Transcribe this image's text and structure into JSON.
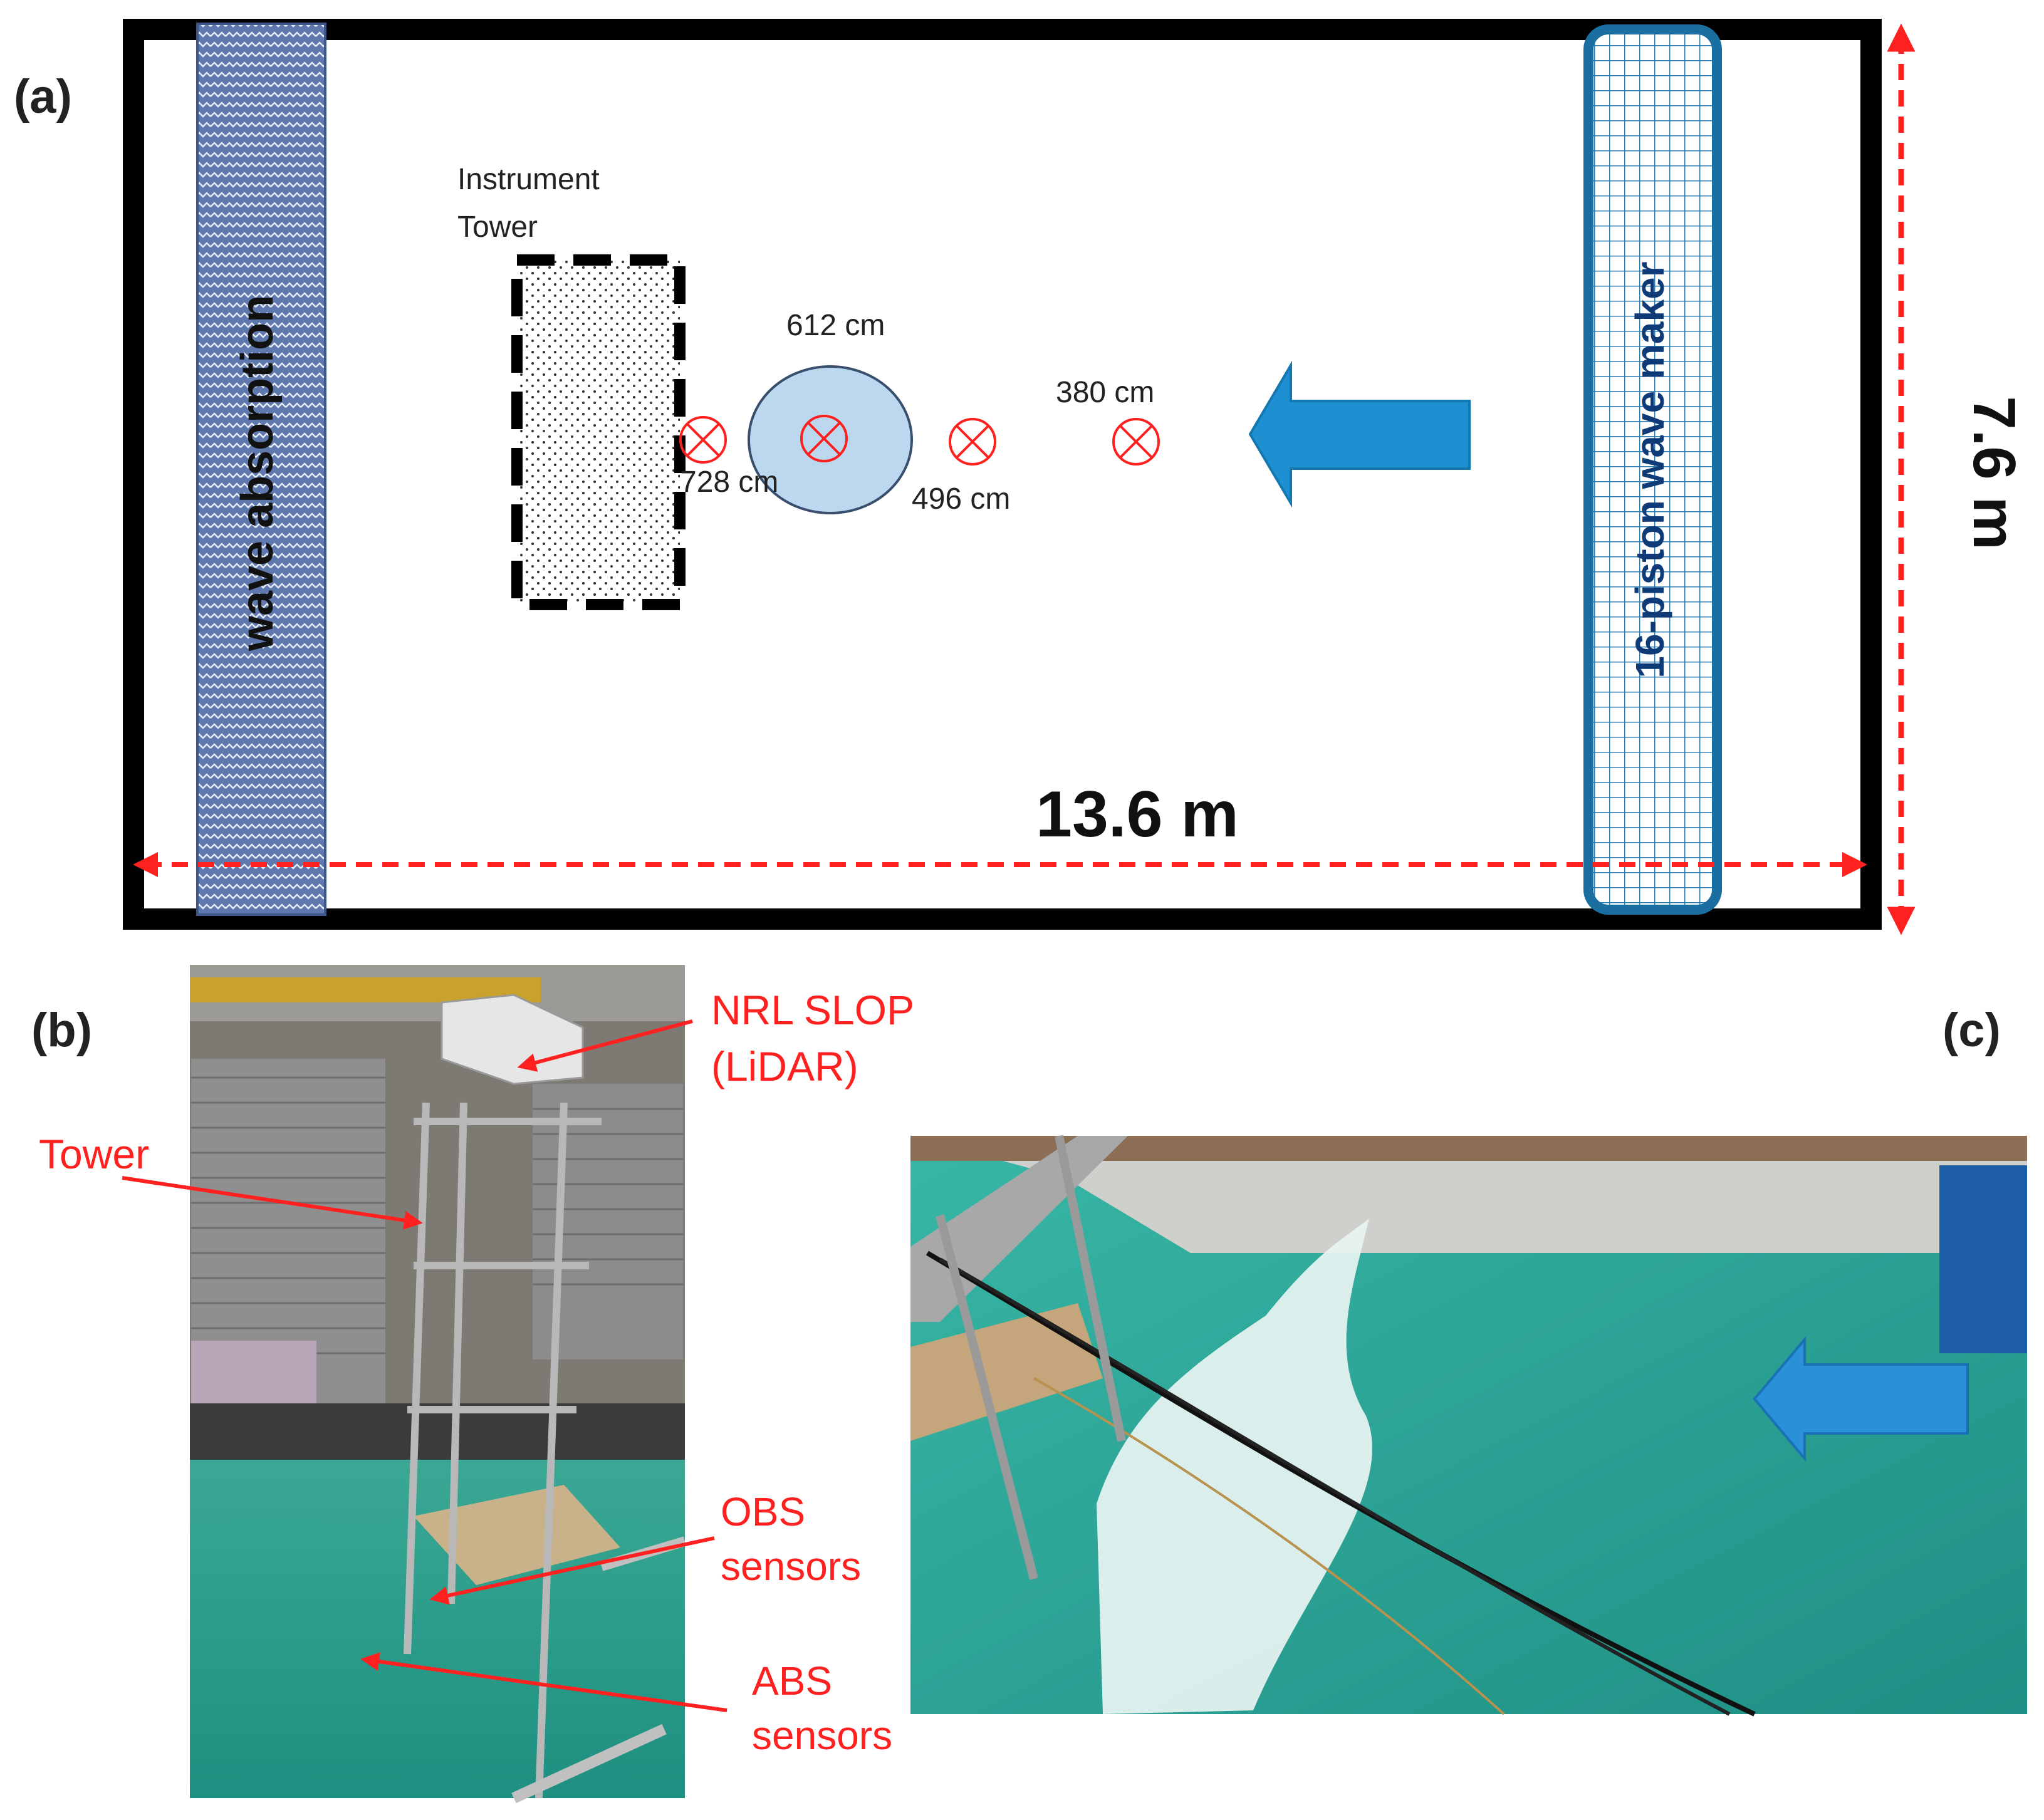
{
  "panel_a": {
    "label": "(a)",
    "tower_label_line1": "Instrument",
    "tower_label_line2": "Tower",
    "wave_absorption": "wave absorption",
    "wave_maker": "16-piston wave maker",
    "width_dim": "13.6 m",
    "height_dim": "7.6 m",
    "positions": [
      {
        "name": "728 cm"
      },
      {
        "name": "612 cm"
      },
      {
        "name": "496 cm"
      },
      {
        "name": "380 cm"
      }
    ]
  },
  "panel_b": {
    "label": "(b)",
    "lidar_line1": "NRL SLOP",
    "lidar_line2": "(LiDAR)",
    "tower": "Tower",
    "obs_line1": "OBS",
    "obs_line2": "sensors",
    "abs_line1": "ABS",
    "abs_line2": "sensors"
  },
  "panel_c": {
    "label": "(c)"
  },
  "colors": {
    "annotation_red": "#ff2020",
    "arrow_blue": "#1e90d2",
    "wavemaker_blue": "#1a6fa0",
    "absorption_fill": "#6f88b8",
    "water_teal": "#2fa89a"
  }
}
